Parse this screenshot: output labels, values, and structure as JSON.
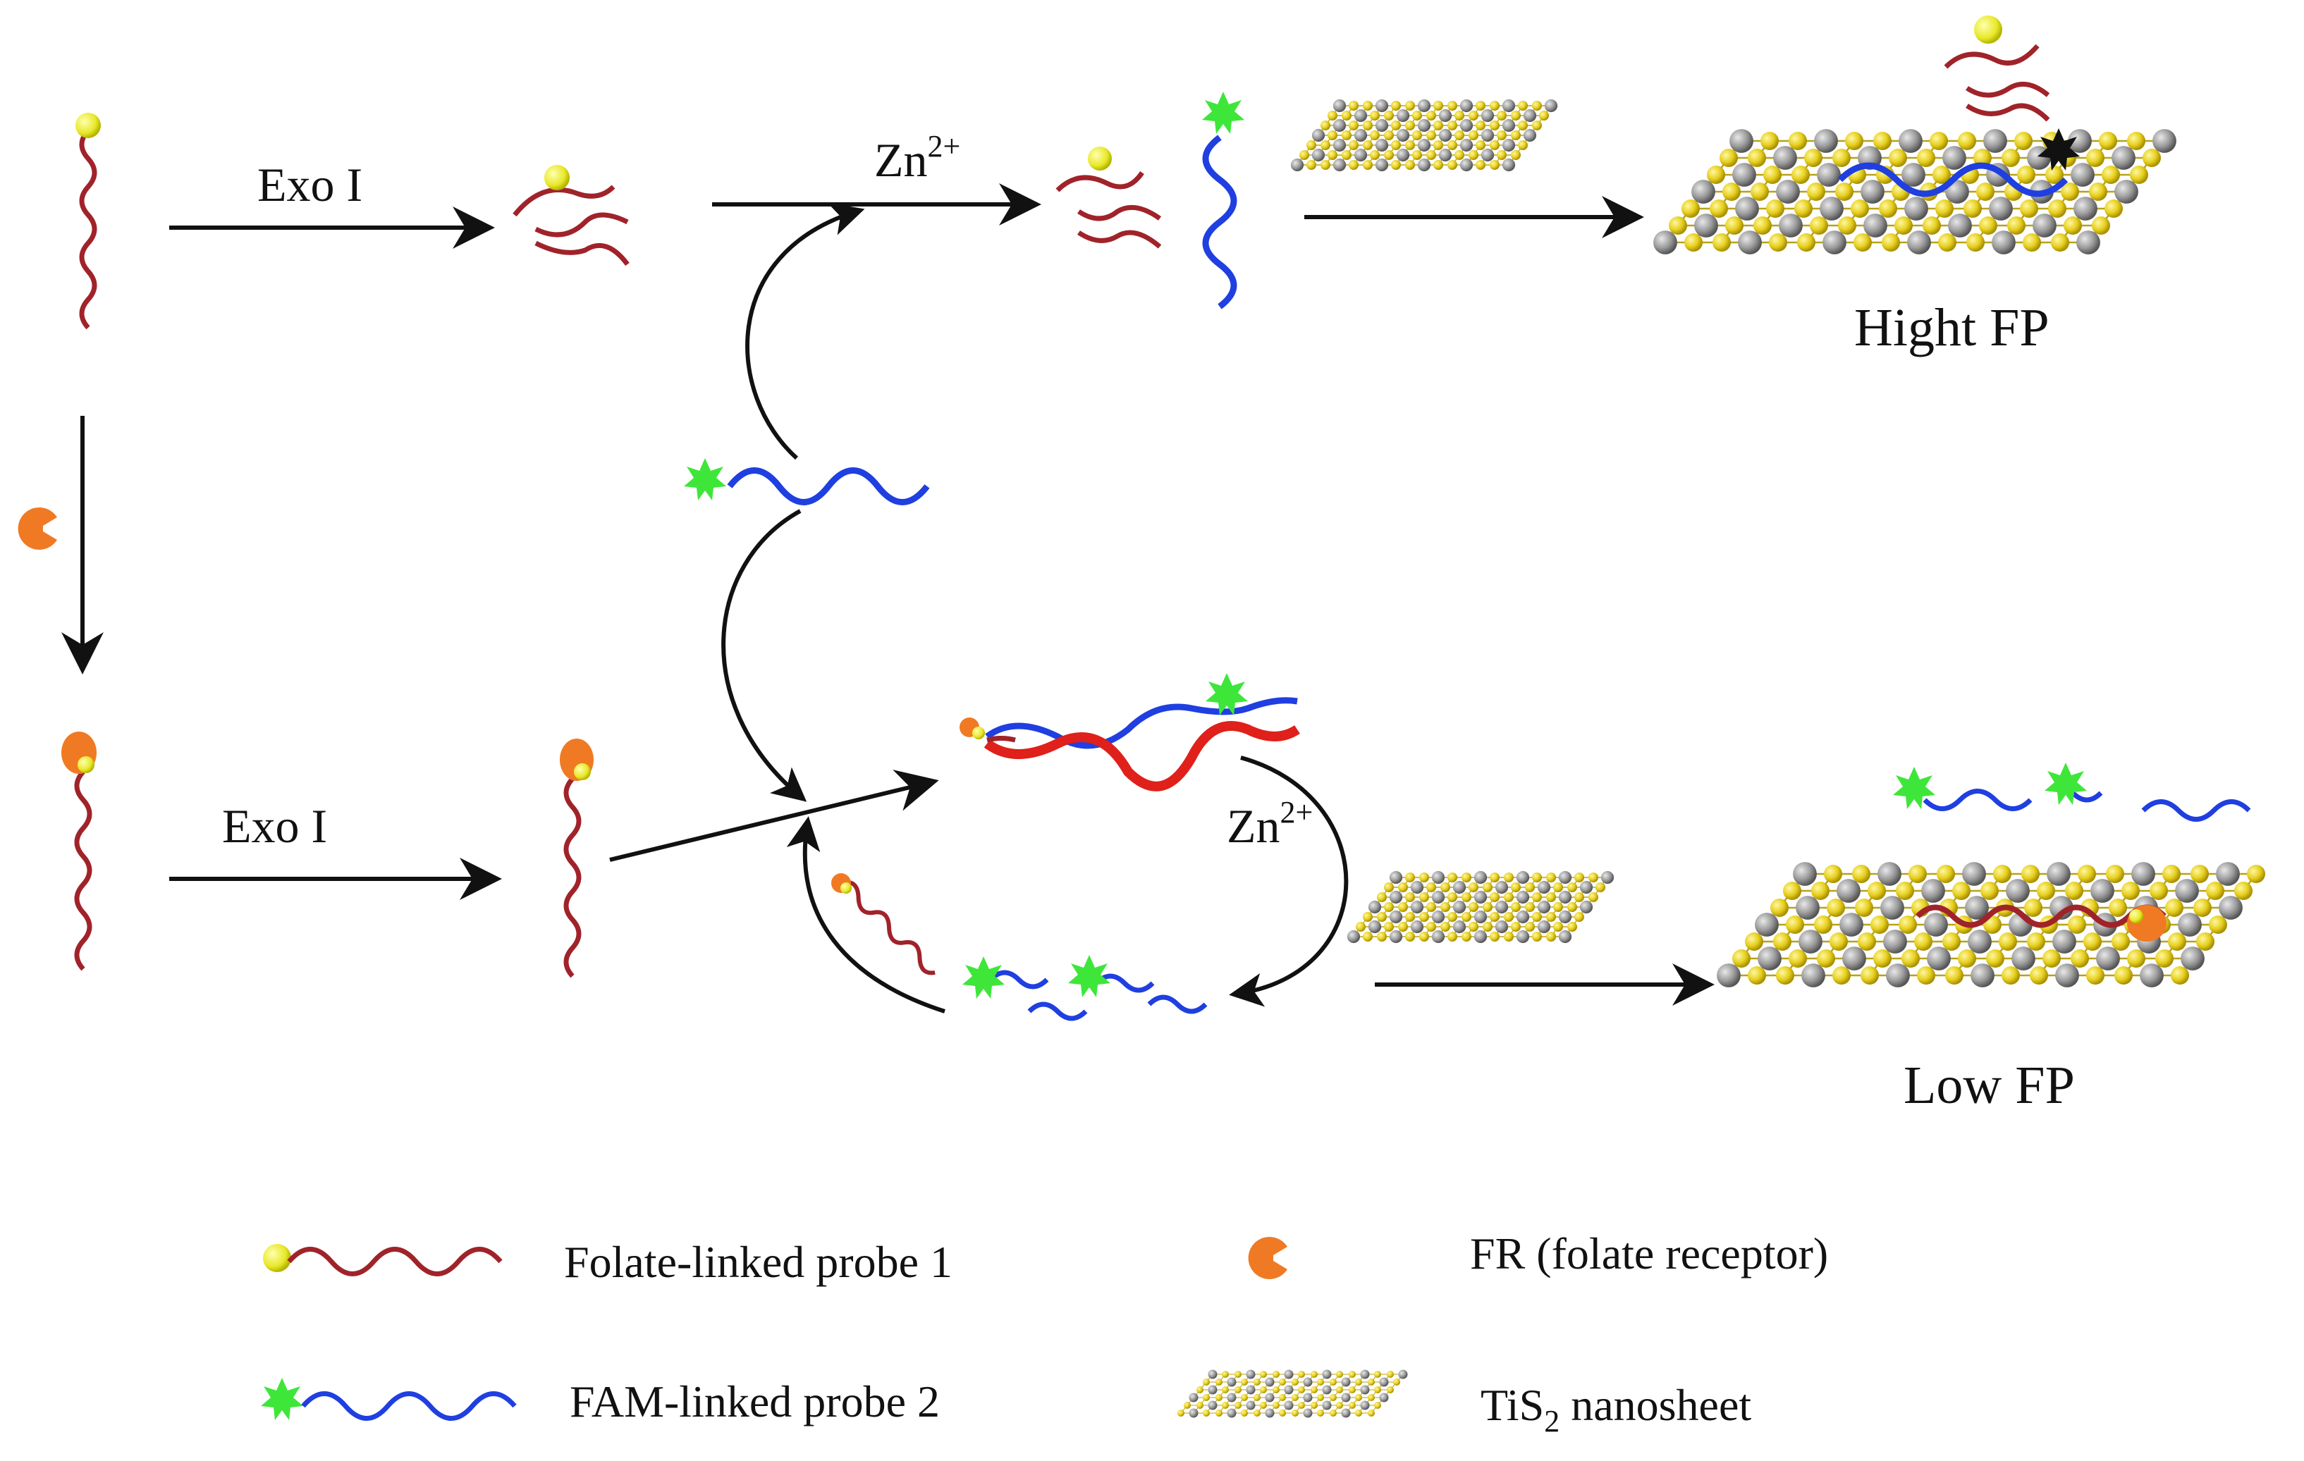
{
  "labels": {
    "exo_top": "Exo I",
    "exo_bottom": "Exo I",
    "zn_top_base": "Zn",
    "zn_top_sup": "2+",
    "zn_cycle_base": "Zn",
    "zn_cycle_sup": "2+",
    "high_fp": "Hight FP",
    "low_fp": "Low FP"
  },
  "legend": {
    "probe1": "Folate-linked probe 1",
    "probe2": "FAM-linked probe 2",
    "fr": "FR (folate receptor)",
    "tis2_base": "TiS",
    "tis2_sub": "2",
    "tis2_rest": " nanosheet"
  },
  "colors": {
    "probe1_strand": "#a0232a",
    "probe2_strand": "#1f3fe0",
    "folate": "#e8e82a",
    "fam": "#3ee63a",
    "fr": "#f07a23",
    "sulfur": "#e6cf1f",
    "titanium": "#9a9a9a",
    "duplex_red": "#e0201a",
    "quenched": "#111111"
  }
}
